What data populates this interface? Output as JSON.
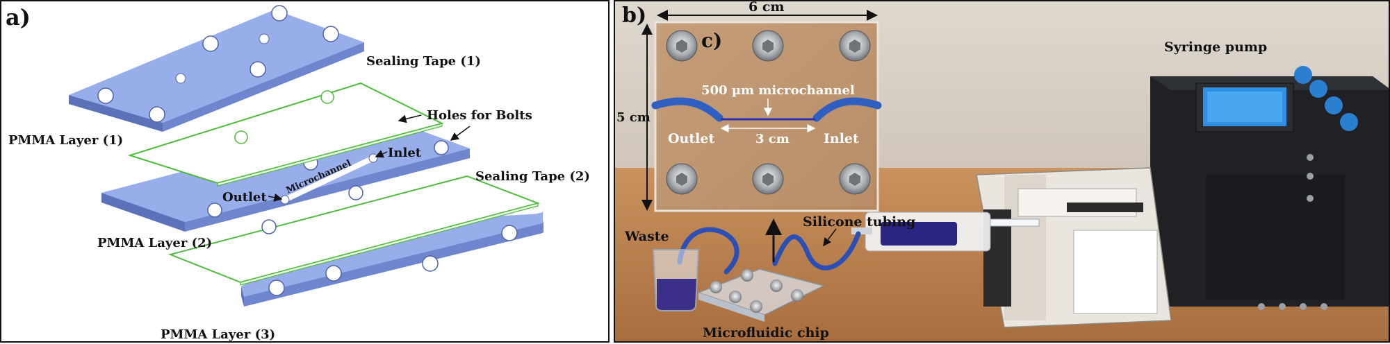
{
  "panel_a": {
    "tag": "a)",
    "labels": {
      "sealing_tape_1": "Sealing Tape (1)",
      "holes_for_bolts": "Holes for Bolts",
      "pmma_layer_1": "PMMA Layer (1)",
      "inlet": "Inlet",
      "microchannel": "Microchannel",
      "outlet": "Outlet",
      "sealing_tape_2": "Sealing Tape (2)",
      "pmma_layer_2": "PMMA Layer (2)",
      "pmma_layer_3": "PMMA Layer (3)"
    },
    "colors": {
      "pmma_top": "#98aeea",
      "pmma_side": "#6f86cf",
      "tape": "#4cbb3a"
    }
  },
  "panel_b": {
    "tag": "b)",
    "labels": {
      "syringe_pump": "Syringe pump",
      "silicone_tubing": "Silicone tubing",
      "waste": "Waste",
      "microfluidic_chip": "Microfluidic chip"
    }
  },
  "panel_c": {
    "tag": "c)",
    "labels": {
      "width_dim": "6 cm",
      "height_dim": "5 cm",
      "microchannel_width": "500 µm microchannel",
      "channel_length": "3 cm",
      "outlet": "Outlet",
      "inlet": "Inlet"
    }
  }
}
